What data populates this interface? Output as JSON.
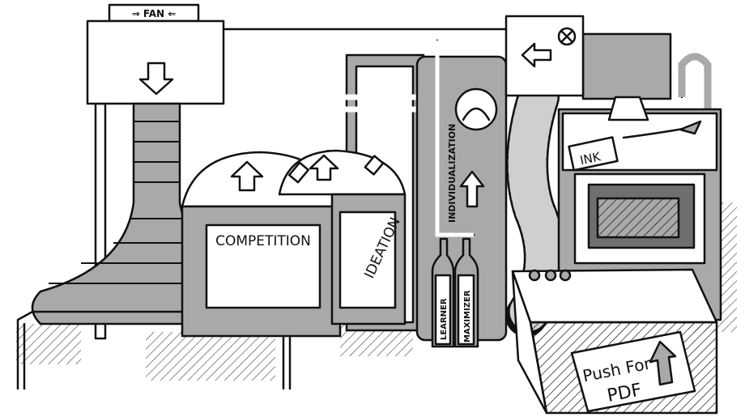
{
  "illustration": {
    "fan_label": "⇒ FAN ⇐",
    "tank_left_label": "COMPETITION",
    "tank_right_label": "IDEATION",
    "cylinder_label": "INDIVIDUALIZATION",
    "bottle_left_label": "LEARNER",
    "bottle_right_label": "MAXIMIZER",
    "ink_label": "INK",
    "button_label_line1": "Push For",
    "button_label_line2": "PDF"
  },
  "colors": {
    "metal_gray": "#a9a9a9",
    "outline": "#111111",
    "paper": "#ffffff"
  }
}
